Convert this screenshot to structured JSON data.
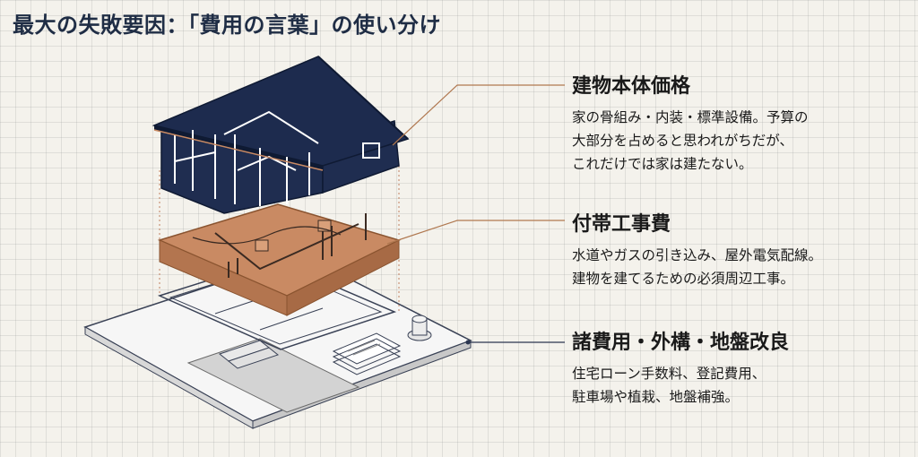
{
  "title": "最大の失敗要因：「費用の言葉」の使い分け",
  "items": [
    {
      "heading": "建物本体価格",
      "lines": [
        "家の骨組み・内装・標準設備。予算の",
        "大部分を占めると思われがちだが、",
        "これだけでは家は建たない。"
      ]
    },
    {
      "heading": "付帯工事費",
      "lines": [
        "水道やガスの引き込み、屋外電気配線。",
        "建物を建てるための必須周辺工事。"
      ]
    },
    {
      "heading": "諸費用・外構・地盤改良",
      "lines": [
        "住宅ローン手数料、登記費用、",
        "駐車場や植栽、地盤補強。"
      ]
    }
  ],
  "colors": {
    "navy": "#1f2d50",
    "copper": "#c98a63",
    "leader_house": "#b07850",
    "leader_ground": "#2a3550"
  }
}
